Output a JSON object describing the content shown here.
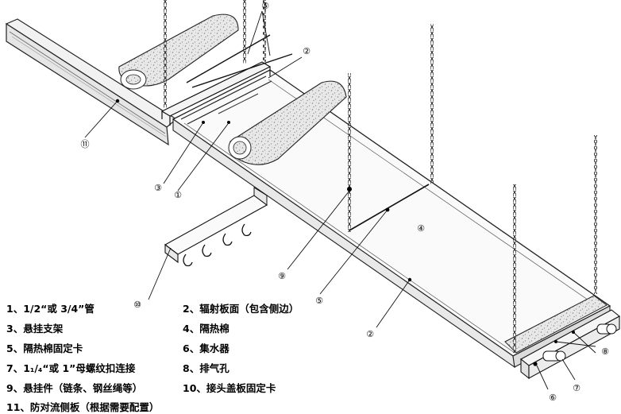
{
  "callouts": [
    "①",
    "②",
    "③",
    "④",
    "⑤",
    "⑥",
    "⑦",
    "⑧",
    "⑨",
    "⑩",
    "⑪"
  ],
  "legend": [
    "1、1/2“或 3/4”管",
    "2、辐射板面（包含侧边）",
    "3、悬挂支架",
    "4、隔热棉",
    "5、隔热棉固定卡",
    "6、集水器",
    "7、1₁/₄“或 1”母螺纹扣连接",
    "8、排气孔",
    "9、悬挂件（链条、钢丝绳等）",
    "10、接头盖板固定卡",
    "11、防对流侧板（根据需要配置）"
  ]
}
